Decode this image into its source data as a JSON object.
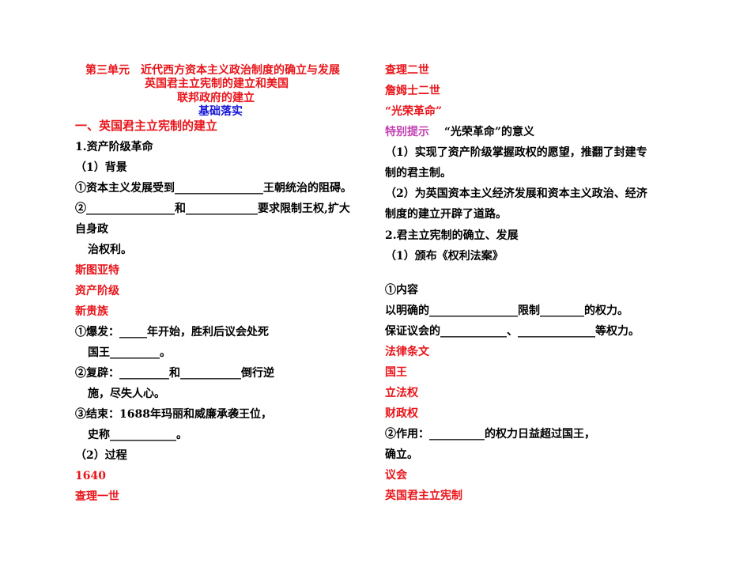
{
  "header": {
    "title_line1": "第三单元　近代西方资本主义政治制度的确立与发展",
    "title_line2": "英国君主立宪制的建立和美国",
    "title_line3": "联邦政府的建立",
    "subtitle": "基础落实"
  },
  "left": {
    "section_heading": "一、英国君主立宪制的建立",
    "l1": "1.资产阶级革命",
    "l2": "（1）背景",
    "l3": "①资本主义发展受到________________王朝统治的阻碍。",
    "l4": "②________________和_____________要求限制王权,扩大",
    "l5": "自身政",
    "l6": "治权利。",
    "a1": "斯图亚特",
    "a2": "资产阶级",
    "a3": "新贵族",
    "l7": "①爆发：_____年开始，胜利后议会处死",
    "l8": "国王_________。",
    "l9": "②复辟：_________和___________倒行逆",
    "l10": "施，尽失人心。",
    "l11": "③结束：1688年玛丽和威廉承袭王位，",
    "l12": "史称____________。",
    "l13": "（2）过程",
    "a4": "1640",
    "a5": "查理一世"
  },
  "right": {
    "a1": "查理二世",
    "a2": "詹姆士二世",
    "a3": "“光荣革命”",
    "tip_label": "特别提示",
    "tip_text": "“光荣革命”的意义",
    "r1": "（1）实现了资产阶级掌握政权的愿望，推翻了封建专",
    "r2": "制的君主制。",
    "r3": "（2）为英国资本主义经济发展和资本主义政治、经济",
    "r4": "制度的建立开辟了道路。",
    "r5": "2.君主立宪制的确立、发展",
    "r6": "（1）颁布《权利法案》",
    "r7": "①内容",
    "r8": "以明确的________________限制________的权力。",
    "r9": "保证议会的____________、______________等权力。",
    "a4": "法律条文",
    "a5": "国王",
    "a6": "立法权",
    "a7": "财政权",
    "r10": "②作用：__________的权力日益超过国王，",
    "r11": "确立。",
    "a8": "议会",
    "a9": "英国君主立宪制"
  },
  "colors": {
    "answer": "#e8151b",
    "subtitle": "#1616d6",
    "tip": "#c23fb2"
  }
}
